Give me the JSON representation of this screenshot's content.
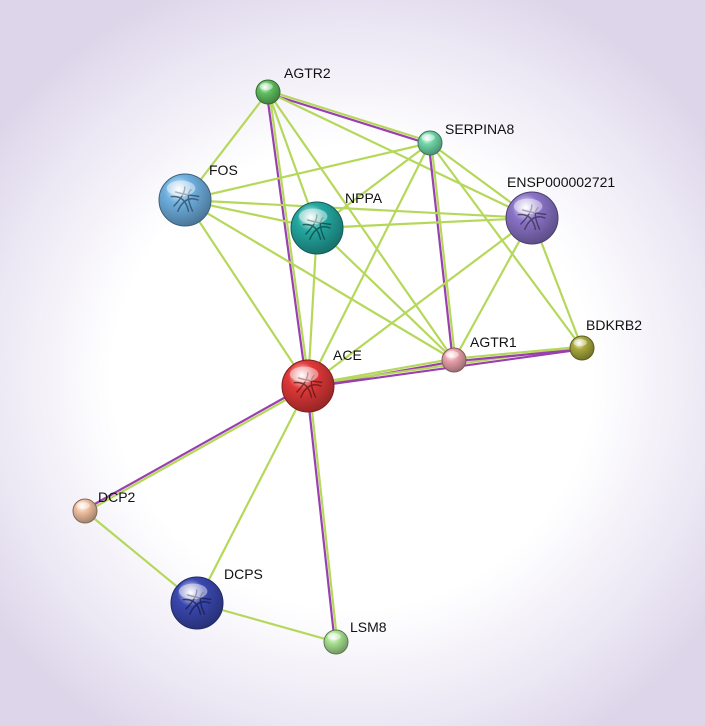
{
  "nodes": [
    {
      "id": "AGTR2",
      "label": "AGTR2",
      "color": "#5fbf5f",
      "size": "small"
    },
    {
      "id": "SERPINA8",
      "label": "SERPINA8",
      "color": "#6fd6a8",
      "size": "small"
    },
    {
      "id": "FOS",
      "label": "FOS",
      "color": "#6fb0e0",
      "size": "large",
      "structure": true
    },
    {
      "id": "NPPA",
      "label": "NPPA",
      "color": "#23a8a0",
      "size": "large",
      "structure": true
    },
    {
      "id": "ENSP",
      "label": "ENSP000002721",
      "color": "#8a74c8",
      "size": "large",
      "structure": true
    },
    {
      "id": "BDKRB2",
      "label": "BDKRB2",
      "color": "#a8a83c",
      "size": "small"
    },
    {
      "id": "AGTR1",
      "label": "AGTR1",
      "color": "#e8a0aa",
      "size": "small"
    },
    {
      "id": "ACE",
      "label": "ACE",
      "color": "#e03838",
      "size": "large",
      "structure": true
    },
    {
      "id": "DCP2",
      "label": "DCP2",
      "color": "#f0c0a0",
      "size": "small"
    },
    {
      "id": "DCPS",
      "label": "DCPS",
      "color": "#3a48b0",
      "size": "large",
      "structure": true
    },
    {
      "id": "LSM8",
      "label": "LSM8",
      "color": "#a8e090",
      "size": "small"
    }
  ],
  "edges": [
    {
      "source": "AGTR2",
      "target": "SERPINA8",
      "types": [
        "textmining",
        "coexpression"
      ]
    },
    {
      "source": "AGTR2",
      "target": "ACE",
      "types": [
        "textmining",
        "coexpression"
      ]
    },
    {
      "source": "AGTR2",
      "target": "FOS",
      "types": [
        "textmining"
      ]
    },
    {
      "source": "AGTR2",
      "target": "NPPA",
      "types": [
        "textmining"
      ]
    },
    {
      "source": "AGTR2",
      "target": "ENSP",
      "types": [
        "textmining"
      ]
    },
    {
      "source": "AGTR2",
      "target": "AGTR1",
      "types": [
        "textmining"
      ]
    },
    {
      "source": "SERPINA8",
      "target": "AGTR1",
      "types": [
        "textmining",
        "coexpression"
      ]
    },
    {
      "source": "SERPINA8",
      "target": "FOS",
      "types": [
        "textmining"
      ]
    },
    {
      "source": "SERPINA8",
      "target": "NPPA",
      "types": [
        "textmining"
      ]
    },
    {
      "source": "SERPINA8",
      "target": "ACE",
      "types": [
        "textmining"
      ]
    },
    {
      "source": "SERPINA8",
      "target": "BDKRB2",
      "types": [
        "textmining"
      ]
    },
    {
      "source": "SERPINA8",
      "target": "ENSP",
      "types": [
        "textmining"
      ]
    },
    {
      "source": "FOS",
      "target": "NPPA",
      "types": [
        "textmining"
      ]
    },
    {
      "source": "FOS",
      "target": "ACE",
      "types": [
        "textmining"
      ]
    },
    {
      "source": "FOS",
      "target": "AGTR1",
      "types": [
        "textmining"
      ]
    },
    {
      "source": "FOS",
      "target": "ENSP",
      "types": [
        "textmining"
      ]
    },
    {
      "source": "NPPA",
      "target": "ACE",
      "types": [
        "textmining"
      ]
    },
    {
      "source": "NPPA",
      "target": "AGTR1",
      "types": [
        "textmining"
      ]
    },
    {
      "source": "NPPA",
      "target": "ENSP",
      "types": [
        "textmining"
      ]
    },
    {
      "source": "ENSP",
      "target": "ACE",
      "types": [
        "textmining"
      ]
    },
    {
      "source": "ENSP",
      "target": "AGTR1",
      "types": [
        "textmining"
      ]
    },
    {
      "source": "ENSP",
      "target": "BDKRB2",
      "types": [
        "textmining"
      ]
    },
    {
      "source": "ACE",
      "target": "AGTR1",
      "types": [
        "textmining",
        "coexpression"
      ]
    },
    {
      "source": "ACE",
      "target": "BDKRB2",
      "types": [
        "textmining",
        "coexpression"
      ]
    },
    {
      "source": "AGTR1",
      "target": "BDKRB2",
      "types": [
        "textmining",
        "coexpression"
      ]
    },
    {
      "source": "ACE",
      "target": "DCP2",
      "types": [
        "textmining",
        "coexpression"
      ]
    },
    {
      "source": "ACE",
      "target": "DCPS",
      "types": [
        "textmining"
      ]
    },
    {
      "source": "ACE",
      "target": "LSM8",
      "types": [
        "textmining",
        "coexpression"
      ]
    },
    {
      "source": "DCP2",
      "target": "DCPS",
      "types": [
        "textmining"
      ]
    },
    {
      "source": "DCPS",
      "target": "LSM8",
      "types": [
        "textmining"
      ]
    }
  ],
  "edge_colors": {
    "textmining": "#b5d85a",
    "coexpression": "#9a3fb0"
  }
}
